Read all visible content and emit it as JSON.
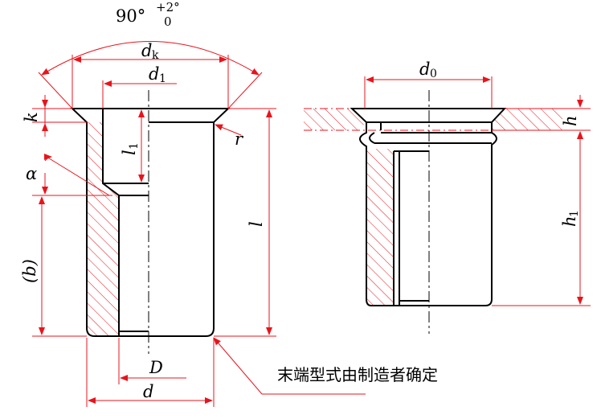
{
  "labels": {
    "angle_main": "90°",
    "angle_tol_upper": "+2°",
    "angle_tol_lower": "0",
    "dk": "d",
    "dk_sub": "k",
    "d1": "d",
    "d1_sub": "1",
    "d0": "d",
    "d0_sub": "0",
    "k": "k",
    "l1": "l",
    "l1_sub": "1",
    "alpha": "α",
    "b": "(b)",
    "l": "l",
    "r": "r",
    "D": "D",
    "d": "d",
    "h": "h",
    "h1": "h",
    "h1_sub": "1",
    "note": "末端型式由制造者确定"
  },
  "colors": {
    "outline": "#000000",
    "dimension": "#e8141c",
    "hatch": "#e8141c",
    "centerline": "#000000"
  }
}
